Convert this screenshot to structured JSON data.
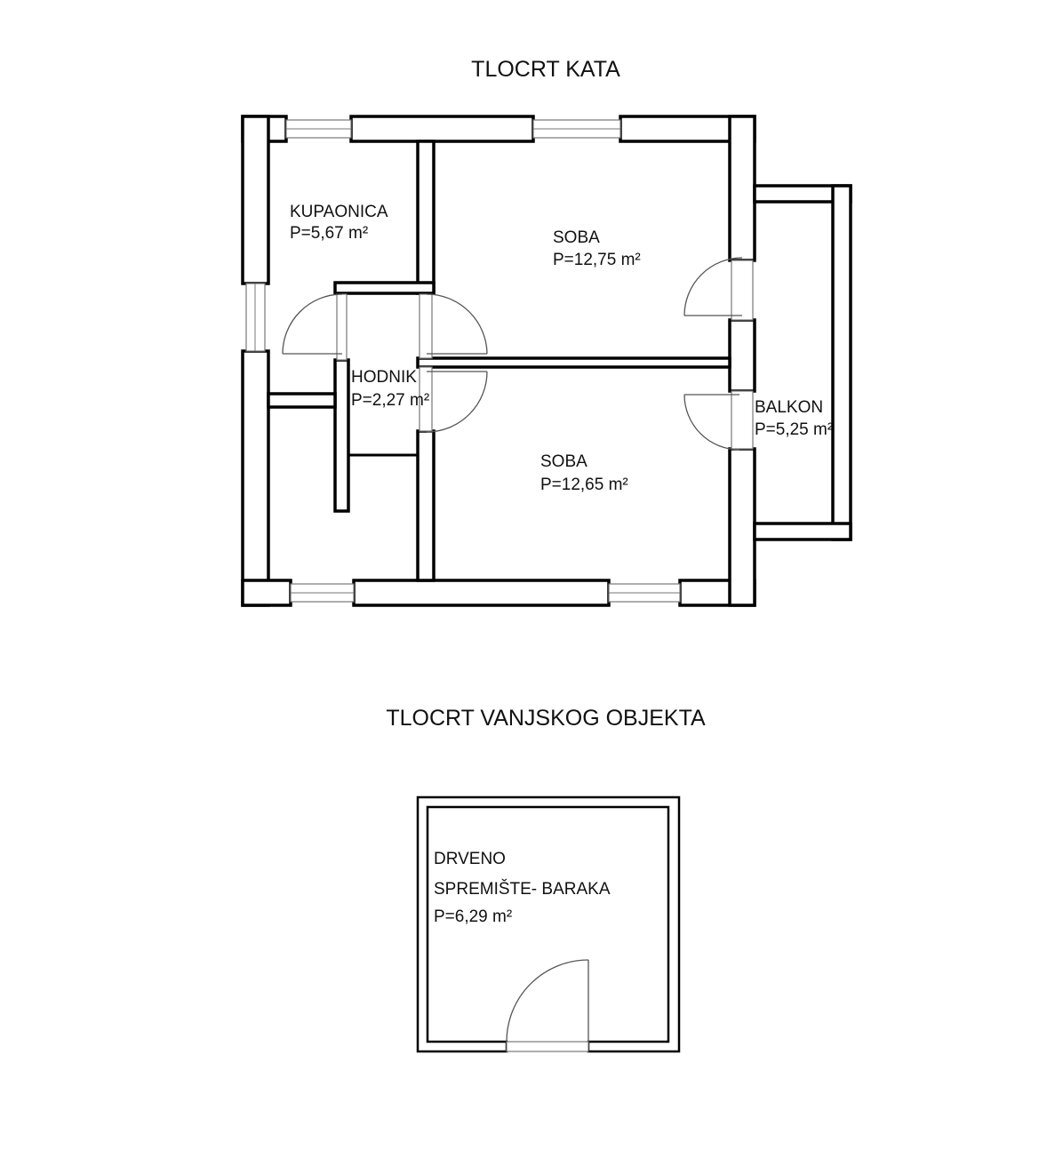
{
  "titles": {
    "floor": "TLOCRT KATA",
    "outbuilding": "TLOCRT VANJSKOG OBJEKTA"
  },
  "rooms": {
    "kupaonica": {
      "name": "KUPAONICA",
      "area": "P=5,67 m²"
    },
    "soba1": {
      "name": "SOBA",
      "area": "P=12,75 m²"
    },
    "hodnik": {
      "name": "HODNIK",
      "area": "P=2,27 m²"
    },
    "soba2": {
      "name": "SOBA",
      "area": "P=12,65 m²"
    },
    "balkon": {
      "name": "BALKON",
      "area": "P=5,25 m²"
    },
    "spremiste": {
      "name1": "DRVENO",
      "name2": "SPREMIŠTE- BARAKA",
      "area": "P=6,29 m²"
    }
  }
}
